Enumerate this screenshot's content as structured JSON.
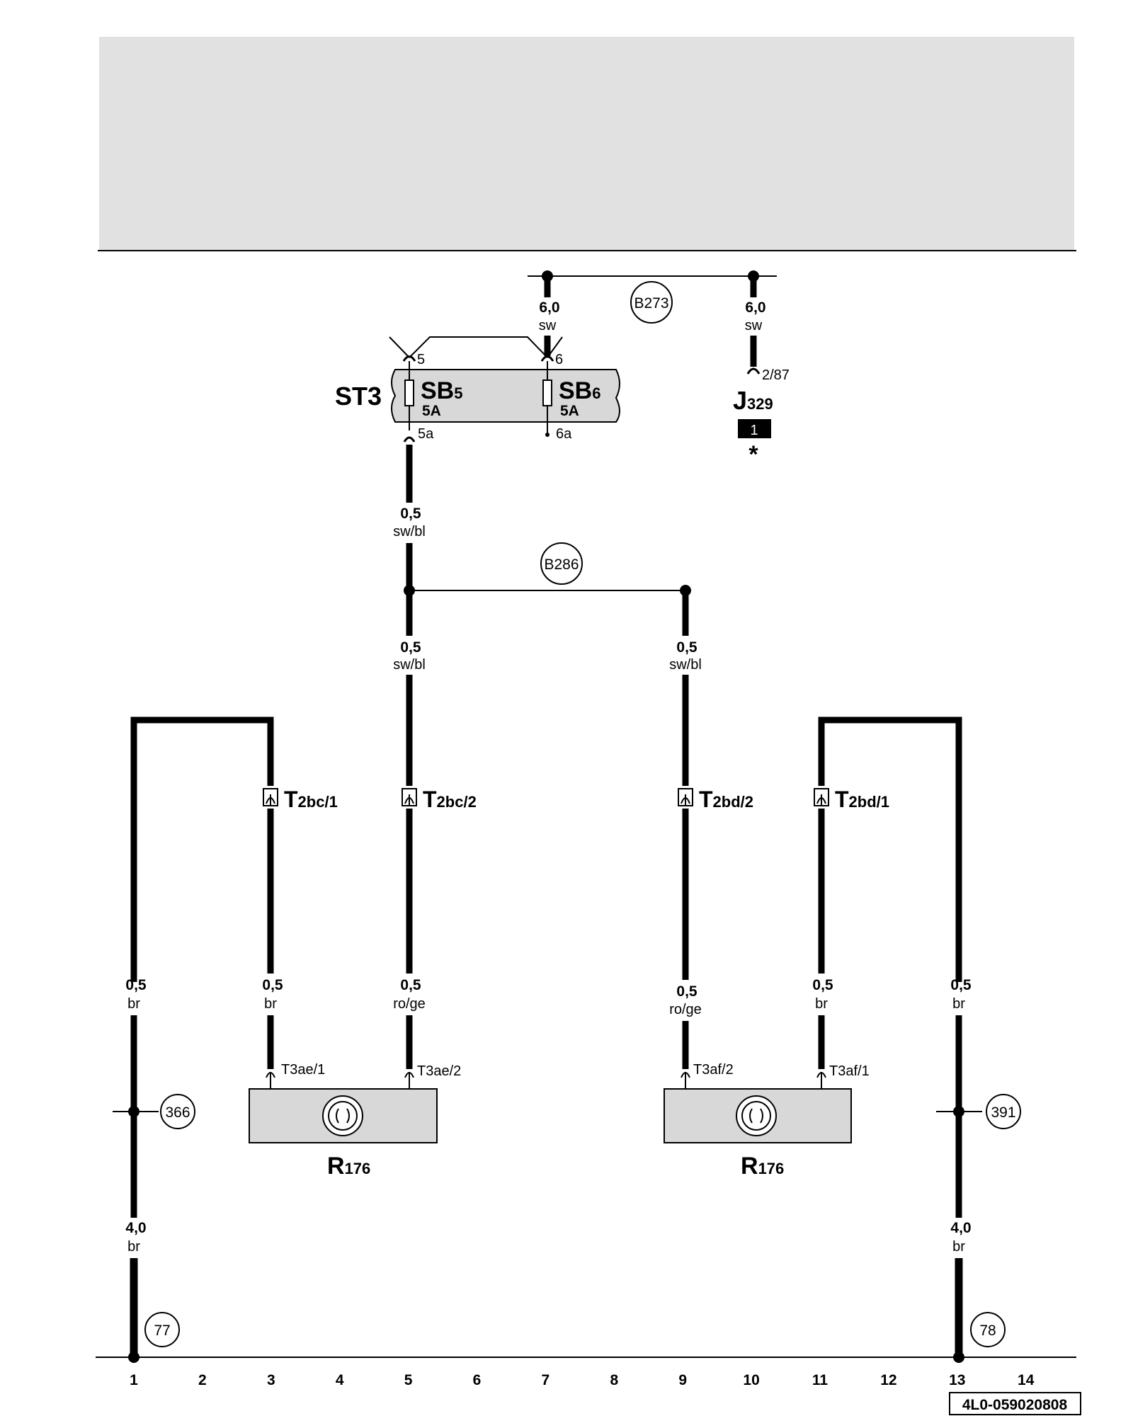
{
  "circuit": {
    "bus_b273": "B273",
    "bus_b286": "B286",
    "wire_left_top": {
      "gauge": "6,0",
      "color": "sw"
    },
    "wire_right_top": {
      "gauge": "6,0",
      "color": "sw"
    },
    "fuse_panel": {
      "name": "ST3",
      "fuses": [
        {
          "main": "SB",
          "sub": "5",
          "rating": "5A",
          "in_pin": "5",
          "out_pin": "5a"
        },
        {
          "main": "SB",
          "sub": "6",
          "rating": "5A",
          "in_pin": "6",
          "out_pin": "6a"
        }
      ]
    },
    "relay": {
      "pin": "2/87",
      "main": "J",
      "sub": "329",
      "box": "1",
      "mark": "*"
    },
    "wire_supply": {
      "gauge": "0,5",
      "color": "sw/bl"
    },
    "wire_branch_left": {
      "gauge": "0,5",
      "color": "sw/bl"
    },
    "wire_branch_right": {
      "gauge": "0,5",
      "color": "sw/bl"
    },
    "connectors": [
      {
        "main": "T",
        "sub": "2bc/1"
      },
      {
        "main": "T",
        "sub": "2bc/2"
      },
      {
        "main": "T",
        "sub": "2bd/2"
      },
      {
        "main": "T",
        "sub": "2bd/1"
      }
    ],
    "lower_wires": [
      {
        "gauge": "0,5",
        "color": "br"
      },
      {
        "gauge": "0,5",
        "color": "br"
      },
      {
        "gauge": "0,5",
        "color": "ro/ge"
      },
      {
        "gauge": "0,5",
        "color": "ro/ge"
      },
      {
        "gauge": "0,5",
        "color": "br"
      },
      {
        "gauge": "0,5",
        "color": "br"
      }
    ],
    "pins": [
      "T3ae/1",
      "T3ae/2",
      "T3af/2",
      "T3af/1"
    ],
    "components": [
      {
        "main": "R",
        "sub": "176"
      },
      {
        "main": "R",
        "sub": "176"
      }
    ],
    "ground_refs": [
      "366",
      "391"
    ],
    "ground_wires": [
      {
        "gauge": "4,0",
        "color": "br"
      },
      {
        "gauge": "4,0",
        "color": "br"
      }
    ],
    "ground_points": [
      "77",
      "78"
    ]
  },
  "axis": {
    "ticks": [
      "1",
      "2",
      "3",
      "4",
      "5",
      "6",
      "7",
      "8",
      "9",
      "10",
      "11",
      "12",
      "13",
      "14"
    ]
  },
  "doc_id": "4L0-059020808",
  "colors": {
    "header_fill": "#e1e1e1",
    "component_fill": "#d8d8d8",
    "line": "#000000"
  }
}
